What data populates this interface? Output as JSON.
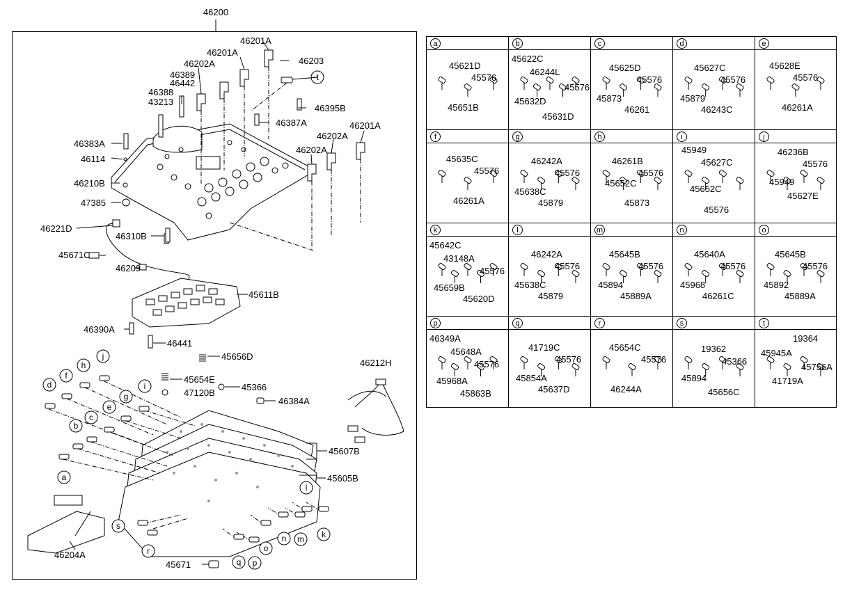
{
  "assembly": {
    "number": "46200",
    "labels": {
      "l46201A_a": "46201A",
      "l46201A_b": "46201A",
      "l46203": "46203",
      "l46202A_a": "46202A",
      "l46389": "46389",
      "l46442": "46442",
      "l46388": "46388",
      "l43213": "43213",
      "l46395B": "46395B",
      "l46387A": "46387A",
      "l46201A_c": "46201A",
      "l46202A_b": "46202A",
      "l46202A_c": "46202A",
      "l46383A": "46383A",
      "l46114": "46114",
      "l46210B": "46210B",
      "l47385": "47385",
      "l46221D": "46221D",
      "l46310B": "46310B",
      "l45671C": "45671C",
      "l46209": "46209",
      "l45611B": "45611B",
      "l46390A": "46390A",
      "l46441": "46441",
      "l45656D": "45656D",
      "l45654E": "45654E",
      "l45366": "45366",
      "l47120B": "47120B",
      "l46384A": "46384A",
      "l46212H": "46212H",
      "l45607B": "45607B",
      "l45605B": "45605B",
      "l46204A": "46204A",
      "l45671": "45671"
    },
    "callouts": [
      "a",
      "b",
      "c",
      "d",
      "e",
      "f",
      "g",
      "h",
      "i",
      "j",
      "k",
      "l",
      "m",
      "n",
      "o",
      "p",
      "q",
      "r",
      "s",
      "t"
    ]
  },
  "grid": {
    "cells": [
      {
        "letter": "a",
        "parts": [
          "45621D",
          "45576",
          "45651B"
        ]
      },
      {
        "letter": "b",
        "parts": [
          "45622C",
          "46244L",
          "45576",
          "45632D",
          "45631D"
        ]
      },
      {
        "letter": "c",
        "parts": [
          "45625D",
          "45576",
          "45873",
          "46261"
        ]
      },
      {
        "letter": "d",
        "parts": [
          "45627C",
          "45576",
          "45879",
          "46243C"
        ]
      },
      {
        "letter": "e",
        "parts": [
          "45628E",
          "45576",
          "46261A"
        ]
      },
      {
        "letter": "f",
        "parts": [
          "45635C",
          "45576",
          "46261A"
        ]
      },
      {
        "letter": "g",
        "parts": [
          "46242A",
          "45576",
          "45638C",
          "45879"
        ]
      },
      {
        "letter": "h",
        "parts": [
          "46261B",
          "45576",
          "45652C",
          "45873"
        ]
      },
      {
        "letter": "i",
        "parts": [
          "45949",
          "45627C",
          "45652C",
          "45576"
        ]
      },
      {
        "letter": "j",
        "parts": [
          "46236B",
          "45576",
          "45949",
          "45627E"
        ]
      },
      {
        "letter": "k",
        "parts": [
          "45642C",
          "43148A",
          "45576",
          "45659B",
          "45620D"
        ]
      },
      {
        "letter": "l",
        "parts": [
          "46242A",
          "45576",
          "45638C",
          "45879"
        ]
      },
      {
        "letter": "m",
        "parts": [
          "45645B",
          "45576",
          "45894",
          "45889A"
        ]
      },
      {
        "letter": "n",
        "parts": [
          "45640A",
          "45576",
          "45968",
          "46261C"
        ]
      },
      {
        "letter": "o",
        "parts": [
          "45645B",
          "45576",
          "45892",
          "45889A"
        ]
      },
      {
        "letter": "p",
        "parts": [
          "46349A",
          "45648A",
          "45576",
          "45968A",
          "45863B"
        ]
      },
      {
        "letter": "q",
        "parts": [
          "41719C",
          "45576",
          "45854A",
          "45637D"
        ]
      },
      {
        "letter": "r",
        "parts": [
          "45654C",
          "45576",
          "46244A"
        ]
      },
      {
        "letter": "s",
        "parts": [
          "19362",
          "45366",
          "45894",
          "45656C"
        ]
      },
      {
        "letter": "t",
        "parts": [
          "19364",
          "45945A",
          "45756A",
          "41719A"
        ]
      }
    ]
  }
}
